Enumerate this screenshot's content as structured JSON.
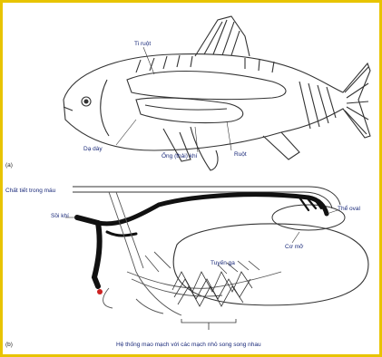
{
  "figure": {
    "panel_a": {
      "panel_letter": "(a)",
      "labels": {
        "ti_ruot": "Ti ruột",
        "da_day": "Dạ dày",
        "ong_khi": "Ống (thải) khí",
        "ruot": "Ruột"
      }
    },
    "panel_b": {
      "panel_letter": "(b)",
      "labels": {
        "chat_mau": "Chất tiết trong máu",
        "soi_khi": "Sồi khí",
        "thit_oval": "Thể oval",
        "co_mo": "Cơ mỡ",
        "tuyen_ga": "Tuyến ga",
        "caption": "Hệ thống mao mạch với các mạch nhỏ song song nhau"
      }
    },
    "colors": {
      "frame": "#e8c400",
      "ink": "#333333",
      "label": "#1a2a7a"
    }
  }
}
